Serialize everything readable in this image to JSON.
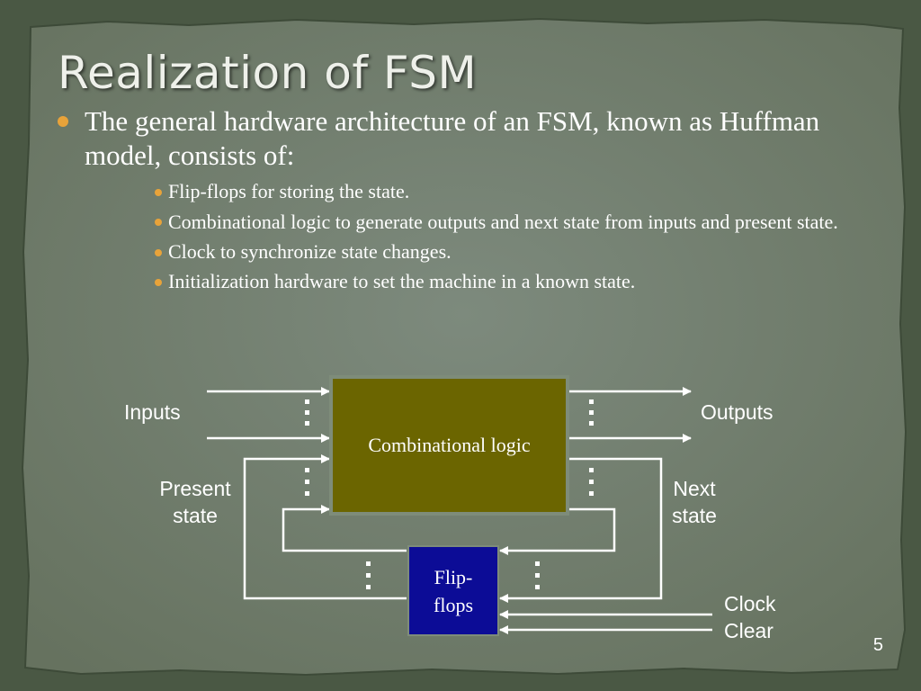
{
  "slide": {
    "title": "Realization of FSM",
    "intro": "The general hardware architecture of an FSM, known as Huffman model, consists of:",
    "items": [
      "Flip-flops for storing the state.",
      "Combinational logic to generate outputs and next state from inputs and present state.",
      "Clock to synchronize state changes.",
      "Initialization hardware to set the machine in a known state."
    ],
    "page_number": "5"
  },
  "diagram": {
    "combinational_block": "Combinational logic",
    "flipflop_block_line1": "Flip-",
    "flipflop_block_line2": "flops",
    "inputs_label": "Inputs",
    "outputs_label": "Outputs",
    "present_state_line1": "Present",
    "present_state_line2": "state",
    "next_state_line1": "Next",
    "next_state_line2": "state",
    "clock_label": "Clock",
    "clear_label": "Clear"
  },
  "colors": {
    "bullet": "#e8a33a",
    "combinational_fill": "#6b6500",
    "flipflop_fill": "#0c0c96",
    "text": "#ffffff"
  }
}
